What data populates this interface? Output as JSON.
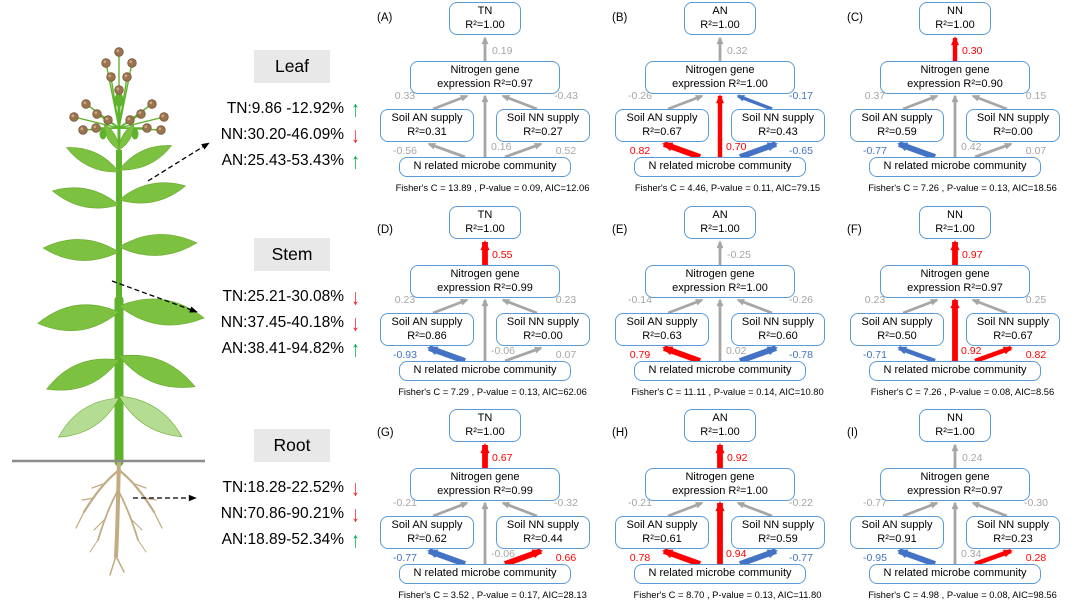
{
  "colors": {
    "box_border": "#5B9BD5",
    "arrow_gray": "#A6A6A6",
    "arrow_red": "#FE0000",
    "arrow_blue": "#4472C4",
    "up_green": "#00A550",
    "down_red": "#EC1C24",
    "section_label_bg": "#E8E8E8",
    "leaf_green": "#7CC13F",
    "leaf_pale": "#B5DC93",
    "stem_green": "#5FB32C",
    "root_tan": "#C2AC84",
    "pod_brown": "#9A7350",
    "ground_gray": "#8C8C8C",
    "connector_black": "#000000"
  },
  "figure": {
    "sections": [
      {
        "label": "Leaf",
        "stats": [
          {
            "text": "TN:9.86 -12.92%",
            "dir": "up",
            "glyph": "↑"
          },
          {
            "text": "NN:30.20-46.09%",
            "dir": "down",
            "glyph": "↓"
          },
          {
            "text": "AN:25.43-53.43%",
            "dir": "up",
            "glyph": "↑"
          }
        ]
      },
      {
        "label": "Stem",
        "stats": [
          {
            "text": "TN:25.21-30.08%",
            "dir": "down",
            "glyph": "↓"
          },
          {
            "text": "NN:37.45-40.18%",
            "dir": "down",
            "glyph": "↓"
          },
          {
            "text": "AN:38.41-94.82%",
            "dir": "up",
            "glyph": "↑"
          }
        ]
      },
      {
        "label": "Root",
        "stats": [
          {
            "text": "TN:18.28-22.52%",
            "dir": "down",
            "glyph": "↓"
          },
          {
            "text": "NN:70.86-90.21%",
            "dir": "down",
            "glyph": "↓"
          },
          {
            "text": "AN:18.89-52.34%",
            "dir": "up",
            "glyph": "↑"
          }
        ]
      }
    ],
    "panels": [
      {
        "label": "(A)",
        "target": "TN",
        "target_r2": "R²=1.00",
        "gene1": "Nitrogen gene",
        "gene2": "expression R²=0.97",
        "an1": "Soil AN supply",
        "an2": "R²=0.31",
        "nn1": "Soil NN supply",
        "nn2": "R²=0.27",
        "microbe": "N related microbe community",
        "fisher": "Fisher's C = 13.89 ,  P-value = 0.09, AIC=12.06",
        "paths": [
          {
            "key": "gene_to_target",
            "value": "0.19",
            "color": "gray",
            "width": "thin"
          },
          {
            "key": "soilan_to_gene",
            "value": "0.33",
            "color": "gray",
            "width": "thin"
          },
          {
            "key": "soilnn_to_gene",
            "value": "-0.43",
            "color": "gray",
            "width": "thin"
          },
          {
            "key": "microbe_to_soilan",
            "value": "-0.56",
            "color": "gray",
            "width": "thin"
          },
          {
            "key": "microbe_to_gene",
            "value": "0.16",
            "color": "gray",
            "width": "thin"
          },
          {
            "key": "microbe_to_soilnn",
            "value": "0.52",
            "color": "gray",
            "width": "thin"
          }
        ]
      },
      {
        "label": "(B)",
        "target": "AN",
        "target_r2": "R²=1.00",
        "gene1": "Nitrogen gene",
        "gene2": "expression R²=1.00",
        "an1": "Soil AN supply",
        "an2": "R²=0.67",
        "nn1": "Soil NN supply",
        "nn2": "R²=0.43",
        "microbe": "N related microbe community",
        "fisher": "Fisher's C = 4.46,  P-value = 0.11, AIC=79.15",
        "paths": [
          {
            "key": "gene_to_target",
            "value": "0.32",
            "color": "gray",
            "width": "thin"
          },
          {
            "key": "soilan_to_gene",
            "value": "-0.26",
            "color": "gray",
            "width": "thin"
          },
          {
            "key": "soilnn_to_gene",
            "value": "-0.17",
            "color": "blue",
            "width": "mid"
          },
          {
            "key": "microbe_to_soilan",
            "value": "0.82",
            "color": "red",
            "width": "thick"
          },
          {
            "key": "microbe_to_gene",
            "value": "0.70",
            "color": "red",
            "width": "med"
          },
          {
            "key": "microbe_to_soilnn",
            "value": "-0.65",
            "color": "blue",
            "width": "thick"
          }
        ]
      },
      {
        "label": "(C)",
        "target": "NN",
        "target_r2": "R²=1.00",
        "gene1": "Nitrogen gene",
        "gene2": "expression R²=0.90",
        "an1": "Soil AN supply",
        "an2": "R²=0.59",
        "nn1": "Soil NN supply",
        "nn2": "R²=0.00",
        "microbe": "N related microbe community",
        "fisher": "Fisher's C = 7.26 ,  P-value = 0.13, AIC=18.56",
        "paths": [
          {
            "key": "gene_to_target",
            "value": "0.30",
            "color": "red",
            "width": "med"
          },
          {
            "key": "soilan_to_gene",
            "value": "0.37",
            "color": "gray",
            "width": "thin"
          },
          {
            "key": "soilnn_to_gene",
            "value": "0.15",
            "color": "gray",
            "width": "thin"
          },
          {
            "key": "microbe_to_soilan",
            "value": "-0.77",
            "color": "blue",
            "width": "thick"
          },
          {
            "key": "microbe_to_gene",
            "value": "0.42",
            "color": "gray",
            "width": "thin"
          },
          {
            "key": "microbe_to_soilnn",
            "value": "0.07",
            "color": "gray",
            "width": "thin"
          }
        ]
      },
      {
        "label": "(D)",
        "target": "TN",
        "target_r2": "R²=1.00",
        "gene1": "Nitrogen gene",
        "gene2": "expression R²=0.99",
        "an1": "Soil AN supply",
        "an2": "R²=0.86",
        "nn1": "Soil NN supply",
        "nn2": "R²=0.00",
        "microbe": "N related microbe community",
        "fisher": "Fisher's C = 7.29 ,  P-value = 0.13, AIC=62.06",
        "paths": [
          {
            "key": "gene_to_target",
            "value": "0.55",
            "color": "red",
            "width": "thick"
          },
          {
            "key": "soilan_to_gene",
            "value": "0.23",
            "color": "gray",
            "width": "thin"
          },
          {
            "key": "soilnn_to_gene",
            "value": "0.23",
            "color": "gray",
            "width": "thin"
          },
          {
            "key": "microbe_to_soilan",
            "value": "-0.93",
            "color": "blue",
            "width": "thick"
          },
          {
            "key": "microbe_to_gene",
            "value": "-0.06",
            "color": "gray",
            "width": "thin"
          },
          {
            "key": "microbe_to_soilnn",
            "value": "0.07",
            "color": "gray",
            "width": "thin"
          }
        ]
      },
      {
        "label": "(E)",
        "target": "AN",
        "target_r2": "R²=1.00",
        "gene1": "Nitrogen gene",
        "gene2": "expression R²=1.00",
        "an1": "Soil AN supply",
        "an2": "R²=0.63",
        "nn1": "Soil NN supply",
        "nn2": "R²=0.60",
        "microbe": "N related microbe community",
        "fisher": "Fisher's C = 11.11 ,  P-value = 0.14, AIC=10.80",
        "paths": [
          {
            "key": "gene_to_target",
            "value": "-0.25",
            "color": "gray",
            "width": "thin"
          },
          {
            "key": "soilan_to_gene",
            "value": "-0.14",
            "color": "gray",
            "width": "thin"
          },
          {
            "key": "soilnn_to_gene",
            "value": "-0.26",
            "color": "gray",
            "width": "thin"
          },
          {
            "key": "microbe_to_soilan",
            "value": "0.79",
            "color": "red",
            "width": "thick"
          },
          {
            "key": "microbe_to_gene",
            "value": "0.02",
            "color": "gray",
            "width": "thin"
          },
          {
            "key": "microbe_to_soilnn",
            "value": "-0.78",
            "color": "blue",
            "width": "thick"
          }
        ]
      },
      {
        "label": "(F)",
        "target": "NN",
        "target_r2": "R²=1.00",
        "gene1": "Nitrogen gene",
        "gene2": "expression R²=0.97",
        "an1": "Soil AN supply",
        "an2": "R²=0.50",
        "nn1": "Soil NN supply",
        "nn2": "R²=0.67",
        "microbe": "N related microbe community",
        "fisher": "Fisher's C = 7.26 ,  P-value = 0.08, AIC=8.56",
        "paths": [
          {
            "key": "gene_to_target",
            "value": "0.97",
            "color": "red",
            "width": "thick"
          },
          {
            "key": "soilan_to_gene",
            "value": "0.23",
            "color": "gray",
            "width": "thin"
          },
          {
            "key": "soilnn_to_gene",
            "value": "0.25",
            "color": "gray",
            "width": "thin"
          },
          {
            "key": "microbe_to_soilan",
            "value": "-0.71",
            "color": "blue",
            "width": "med"
          },
          {
            "key": "microbe_to_gene",
            "value": "0.92",
            "color": "red",
            "width": "thick"
          },
          {
            "key": "microbe_to_soilnn",
            "value": "0.82",
            "color": "red",
            "width": "med"
          }
        ]
      },
      {
        "label": "(G)",
        "target": "TN",
        "target_r2": "R²=1.00",
        "gene1": "Nitrogen gene",
        "gene2": "expression R²=0.99",
        "an1": "Soil AN supply",
        "an2": "R²=0.62",
        "nn1": "Soil NN supply",
        "nn2": "R²=0.44",
        "microbe": "N related microbe community",
        "fisher": "Fisher's C = 3.52 ,  P-value = 0.17, AIC=28.13",
        "paths": [
          {
            "key": "gene_to_target",
            "value": "0.67",
            "color": "red",
            "width": "thick"
          },
          {
            "key": "soilan_to_gene",
            "value": "-0.21",
            "color": "gray",
            "width": "thin"
          },
          {
            "key": "soilnn_to_gene",
            "value": "-0.32",
            "color": "gray",
            "width": "thin"
          },
          {
            "key": "microbe_to_soilan",
            "value": "-0.77",
            "color": "blue",
            "width": "thick"
          },
          {
            "key": "microbe_to_gene",
            "value": "-0.06",
            "color": "gray",
            "width": "thin"
          },
          {
            "key": "microbe_to_soilnn",
            "value": "0.66",
            "color": "red",
            "width": "thick"
          }
        ]
      },
      {
        "label": "(H)",
        "target": "AN",
        "target_r2": "R²=1.00",
        "gene1": "Nitrogen gene",
        "gene2": "expression R²=1.00",
        "an1": "Soil AN supply",
        "an2": "R²=0.61",
        "nn1": "Soil NN supply",
        "nn2": "R²=0.59",
        "microbe": "N related microbe community",
        "fisher": "Fisher's C = 8.70 ,  P-value = 0.13, AIC=11.80",
        "paths": [
          {
            "key": "gene_to_target",
            "value": "0.92",
            "color": "red",
            "width": "thick"
          },
          {
            "key": "soilan_to_gene",
            "value": "-0.21",
            "color": "gray",
            "width": "thin"
          },
          {
            "key": "soilnn_to_gene",
            "value": "-0.22",
            "color": "gray",
            "width": "thin"
          },
          {
            "key": "microbe_to_soilan",
            "value": "0.78",
            "color": "red",
            "width": "thick"
          },
          {
            "key": "microbe_to_gene",
            "value": "0.94",
            "color": "red",
            "width": "thick"
          },
          {
            "key": "microbe_to_soilnn",
            "value": "-0.77",
            "color": "blue",
            "width": "thick"
          }
        ]
      },
      {
        "label": "(I)",
        "target": "NN",
        "target_r2": "R²=1.00",
        "gene1": "Nitrogen gene",
        "gene2": "expression R²=0.97",
        "an1": "Soil AN supply",
        "an2": "R²=0.91",
        "nn1": "Soil NN supply",
        "nn2": "R²=0.23",
        "microbe": "N related microbe community",
        "fisher": "Fisher's C = 4.98 ,  P-value = 0.08, AIC=98.56",
        "paths": [
          {
            "key": "gene_to_target",
            "value": "0.24",
            "color": "gray",
            "width": "thin"
          },
          {
            "key": "soilan_to_gene",
            "value": "-0.77",
            "color": "gray",
            "width": "thin"
          },
          {
            "key": "soilnn_to_gene",
            "value": "-0.30",
            "color": "gray",
            "width": "thin"
          },
          {
            "key": "microbe_to_soilan",
            "value": "-0.95",
            "color": "blue",
            "width": "thick"
          },
          {
            "key": "microbe_to_gene",
            "value": "0.34",
            "color": "gray",
            "width": "thin"
          },
          {
            "key": "microbe_to_soilnn",
            "value": "0.28",
            "color": "red",
            "width": "med"
          }
        ]
      }
    ]
  }
}
